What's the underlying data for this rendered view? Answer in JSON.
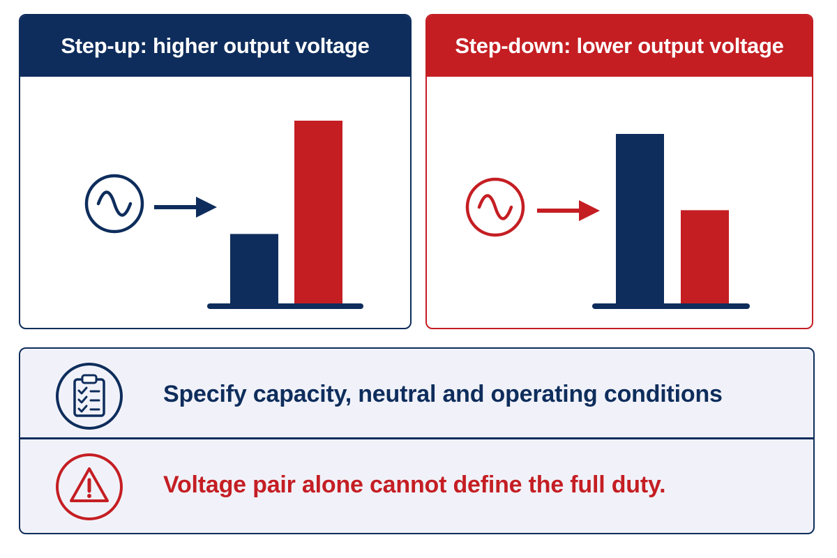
{
  "colors": {
    "navy": "#0e2d5c",
    "red": "#c41e23",
    "notes_bg": "#f1f2f9",
    "white": "#ffffff"
  },
  "step_up": {
    "title": "Step-up: higher output voltage",
    "source_icon": "ac-source-icon",
    "arrow_icon": "arrow-right-icon",
    "bars": [
      {
        "role": "input",
        "relative_value": 0.38,
        "color": "navy"
      },
      {
        "role": "output",
        "relative_value": 1.0,
        "color": "red"
      }
    ]
  },
  "step_down": {
    "title": "Step-down: lower output voltage",
    "source_icon": "ac-source-icon",
    "arrow_icon": "arrow-right-icon",
    "bars": [
      {
        "role": "input",
        "relative_value": 1.0,
        "color": "navy"
      },
      {
        "role": "output",
        "relative_value": 0.55,
        "color": "red"
      }
    ]
  },
  "notes": {
    "specify_icon": "clipboard-checklist-icon",
    "specify_text": "Specify capacity, neutral and operating conditions",
    "warning_icon": "warning-triangle-icon",
    "warning_text": "Voltage pair alone cannot define the full duty."
  }
}
